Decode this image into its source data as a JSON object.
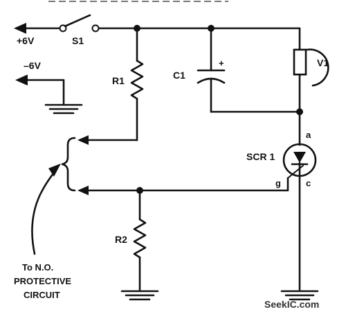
{
  "labels": {
    "pos_supply": "+6V",
    "neg_supply": "–6V",
    "switch": "S1",
    "resistor1": "R1",
    "resistor2": "R2",
    "capacitor": "C1",
    "cap_polarity": "+",
    "meter": "V1",
    "scr": "SCR 1",
    "anode": "a",
    "cathode": "c",
    "gate": "g",
    "note_line1": "To N.O.",
    "note_line2": "PROTECTIVE",
    "note_line3": "CIRCUIT"
  },
  "watermark": "SeekIC.com"
}
